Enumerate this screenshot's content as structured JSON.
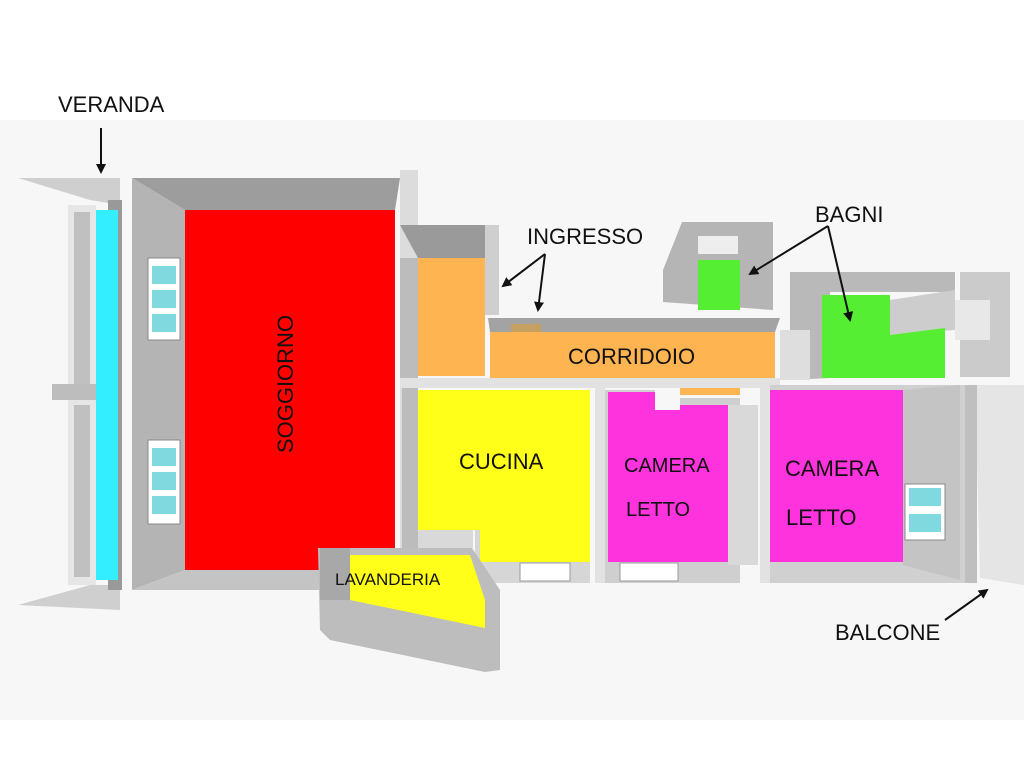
{
  "labels": {
    "veranda": "VERANDA",
    "ingresso": "INGRESSO",
    "bagni": "BAGNI",
    "balcone": "BALCONE",
    "soggiorno": "SOGGIORNO",
    "corridoio": "CORRIDOIO",
    "cucina": "CUCINA",
    "camera1_line1": "CAMERA",
    "camera1_line2": "LETTO",
    "camera2_line1": "CAMERA",
    "camera2_line2": "LETTO",
    "lavanderia": "LAVANDERIA"
  },
  "colors": {
    "veranda": "#33eeff",
    "soggiorno": "#ff0000",
    "ingresso_corridoio": "#ffb452",
    "cucina": "#ffff1a",
    "camera": "#ff33dd",
    "bagni": "#55ee33",
    "lavanderia": "#ffff1a",
    "wall": "#aaaaaa",
    "wall_light": "#d9d9d9",
    "wall_dark": "#8f8f8f"
  }
}
